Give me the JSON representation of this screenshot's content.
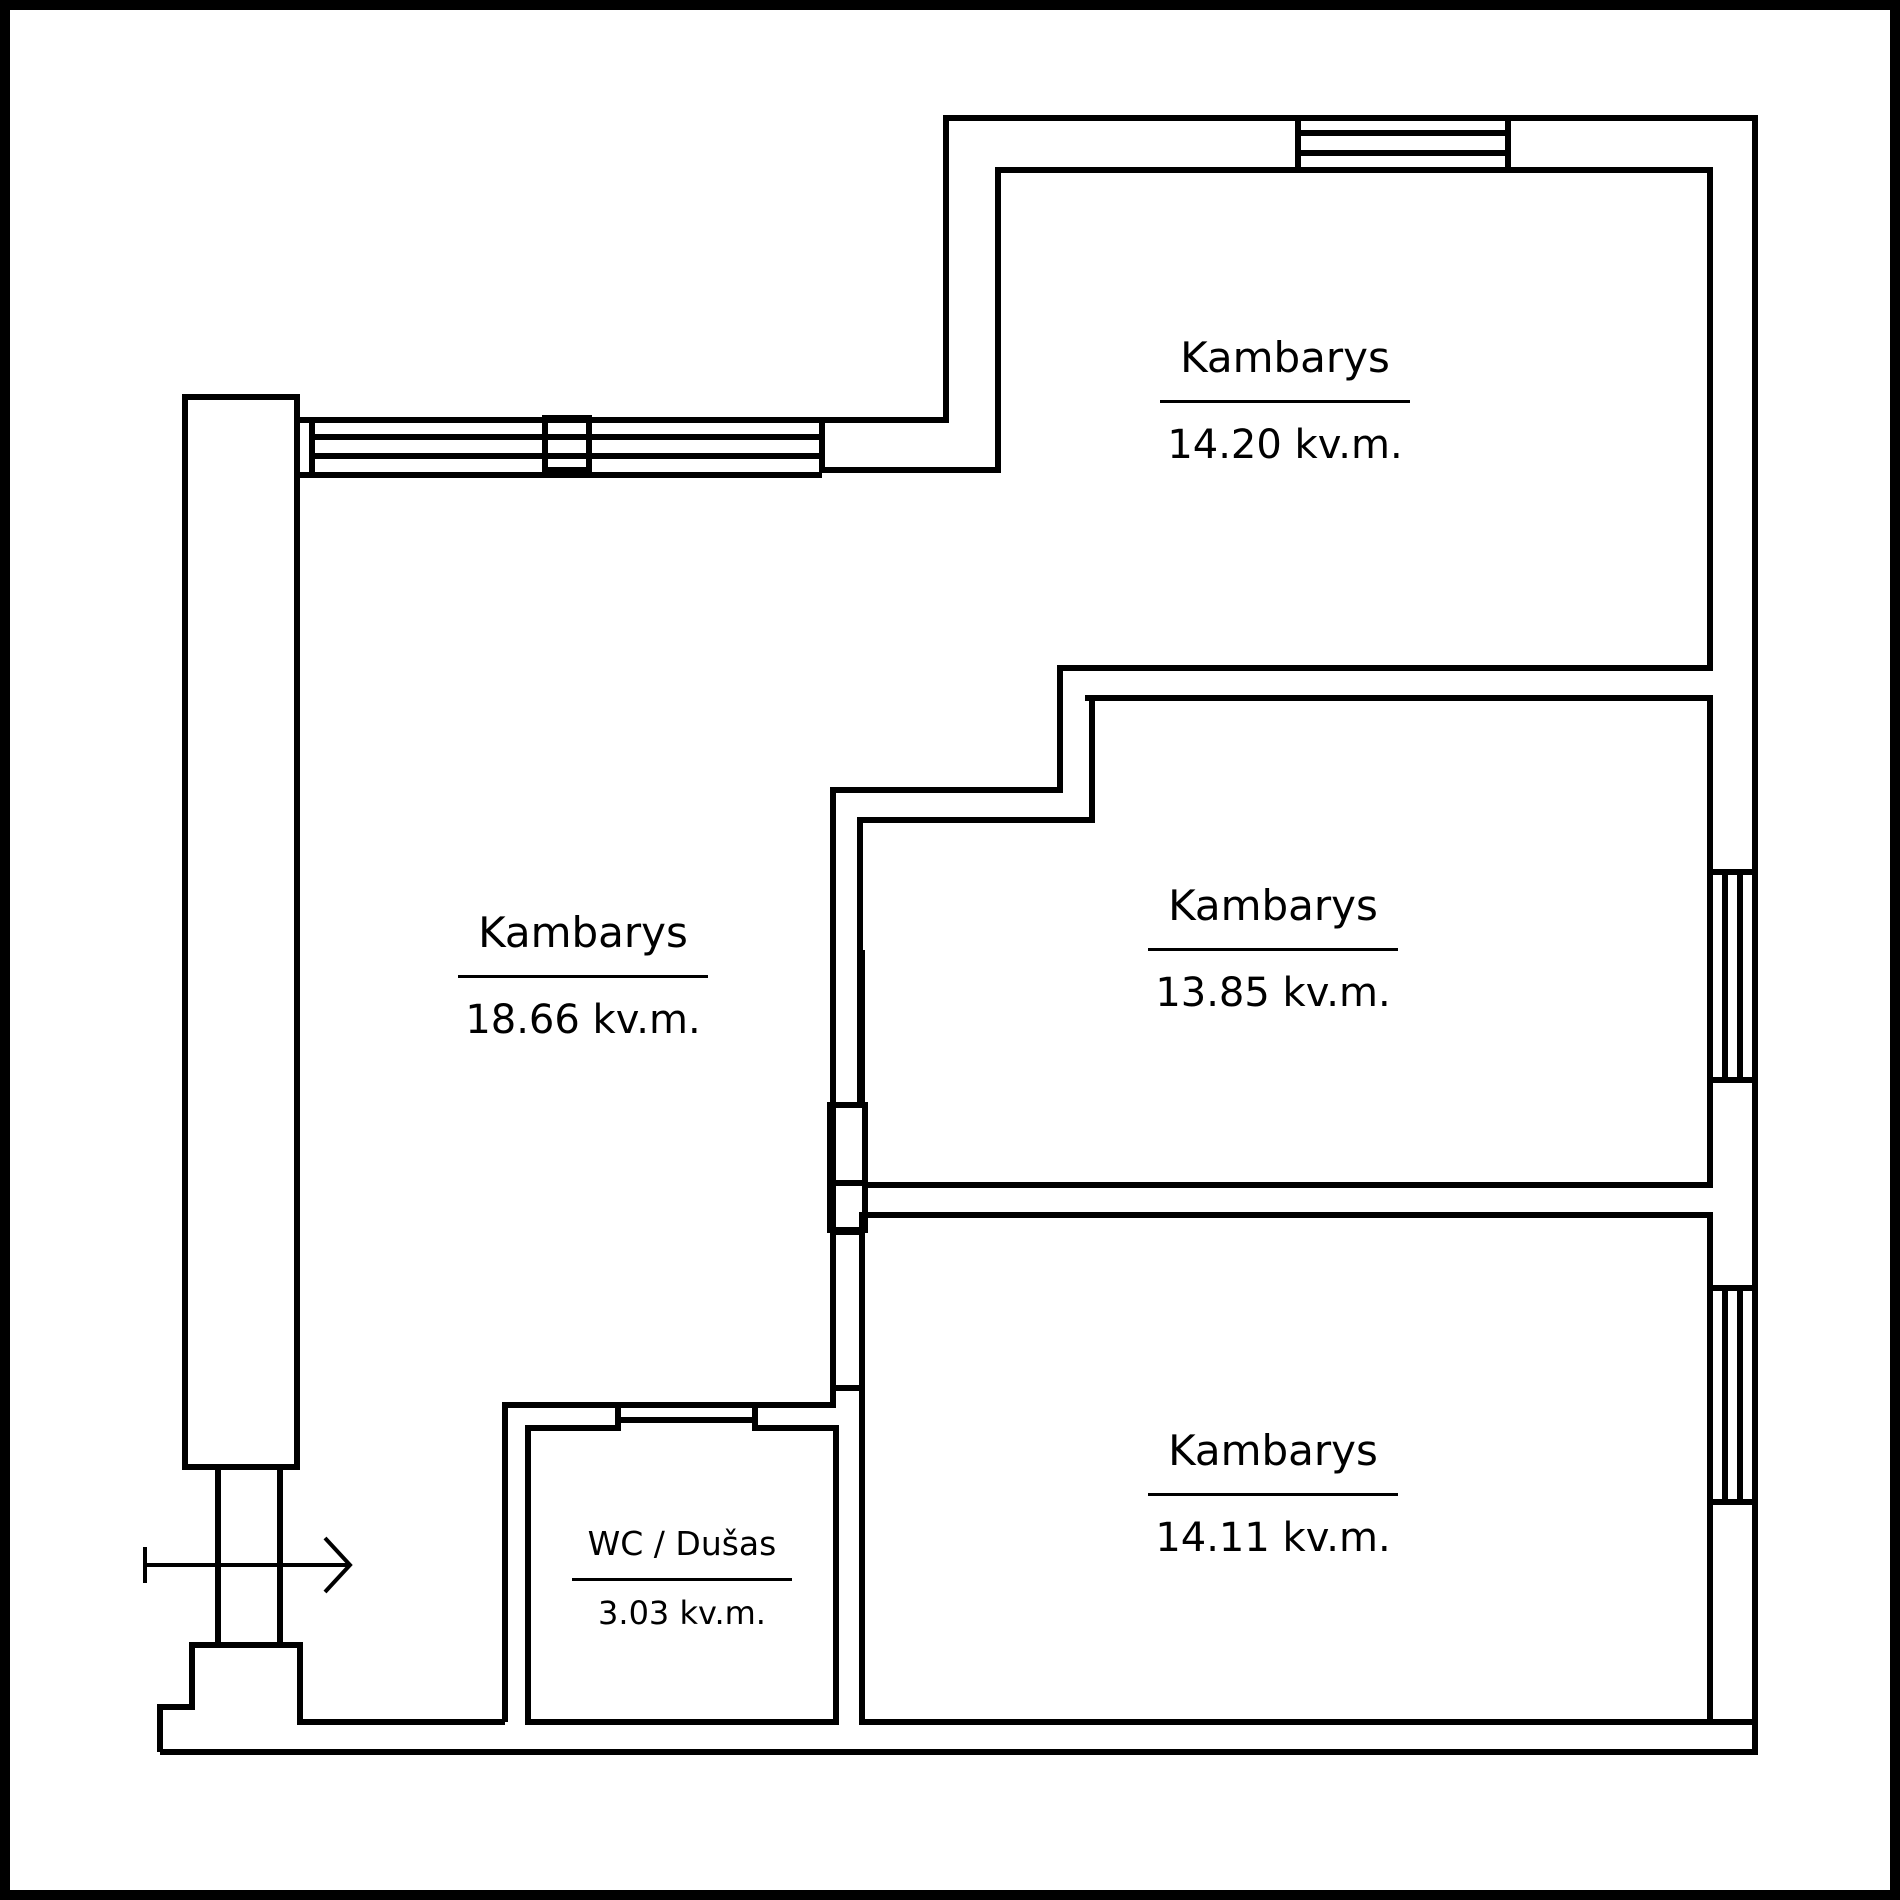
{
  "plan": {
    "colors": {
      "wall": "#000000",
      "background": "#ffffff"
    },
    "rooms": [
      {
        "id": "room-top",
        "name": "Kambarys",
        "area": "14.20 kv.m."
      },
      {
        "id": "room-left",
        "name": "Kambarys",
        "area": "18.66 kv.m."
      },
      {
        "id": "room-middle",
        "name": "Kambarys",
        "area": "13.85 kv.m."
      },
      {
        "id": "room-bottom",
        "name": "Kambarys",
        "area": "14.11 kv.m."
      },
      {
        "id": "room-wc",
        "name": "WC / Dušas",
        "area": "3.03 kv.m."
      }
    ],
    "icons": {
      "entrance": "entrance-arrow-icon"
    }
  }
}
